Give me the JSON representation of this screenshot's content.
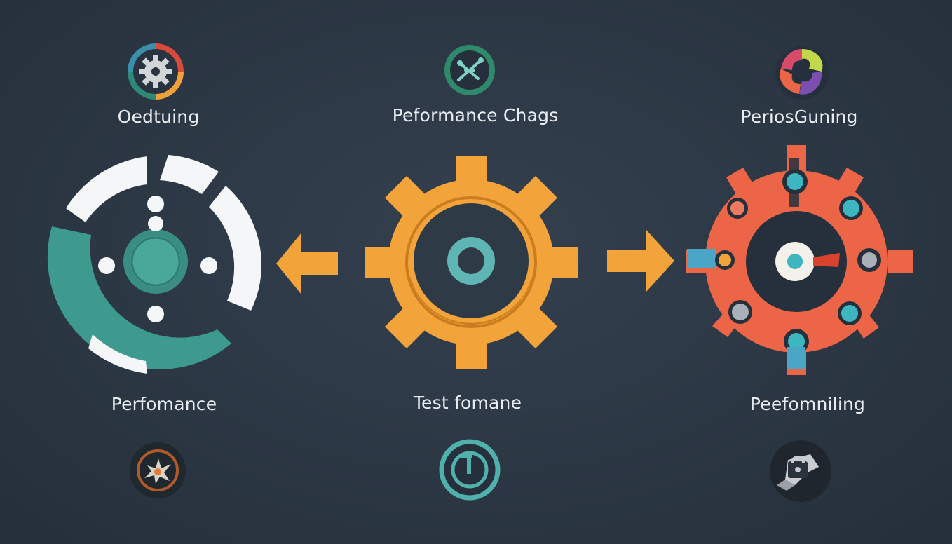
{
  "labels": {
    "top_left": "Oedtuing",
    "top_center": "Peformance Chags",
    "top_right": "PeriosGuning",
    "bottom_left": "Perfomance",
    "bottom_center": "Test fomane",
    "bottom_right": "Peefomniling"
  },
  "colors": {
    "background": "#2c3744",
    "teal": "#3e9a8e",
    "orange": "#f2a33a",
    "coral": "#ec6547",
    "white": "#f4f6f7",
    "dark_hub": "#2a3441"
  },
  "icons": {
    "top_left": "gear-icon",
    "top_center": "tools-icon",
    "top_right": "swirl-icon",
    "bottom_left": "explosion-icon",
    "bottom_center": "clock-icon",
    "bottom_right": "lock-icon"
  }
}
